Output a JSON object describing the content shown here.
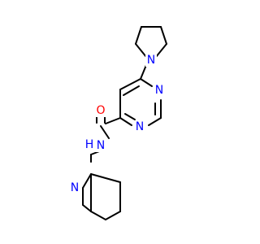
{
  "molecule": {
    "atoms": {
      "pyrrolidine_n": "N",
      "pyrimidine_n1": "N",
      "pyrimidine_n3": "N",
      "carbonyl_o": "O",
      "amide_n": "N",
      "amide_h": "H",
      "pyridine_n": "N"
    },
    "colors": {
      "nitrogen": "#0000ff",
      "oxygen": "#ff0000",
      "bond": "#000000"
    }
  }
}
